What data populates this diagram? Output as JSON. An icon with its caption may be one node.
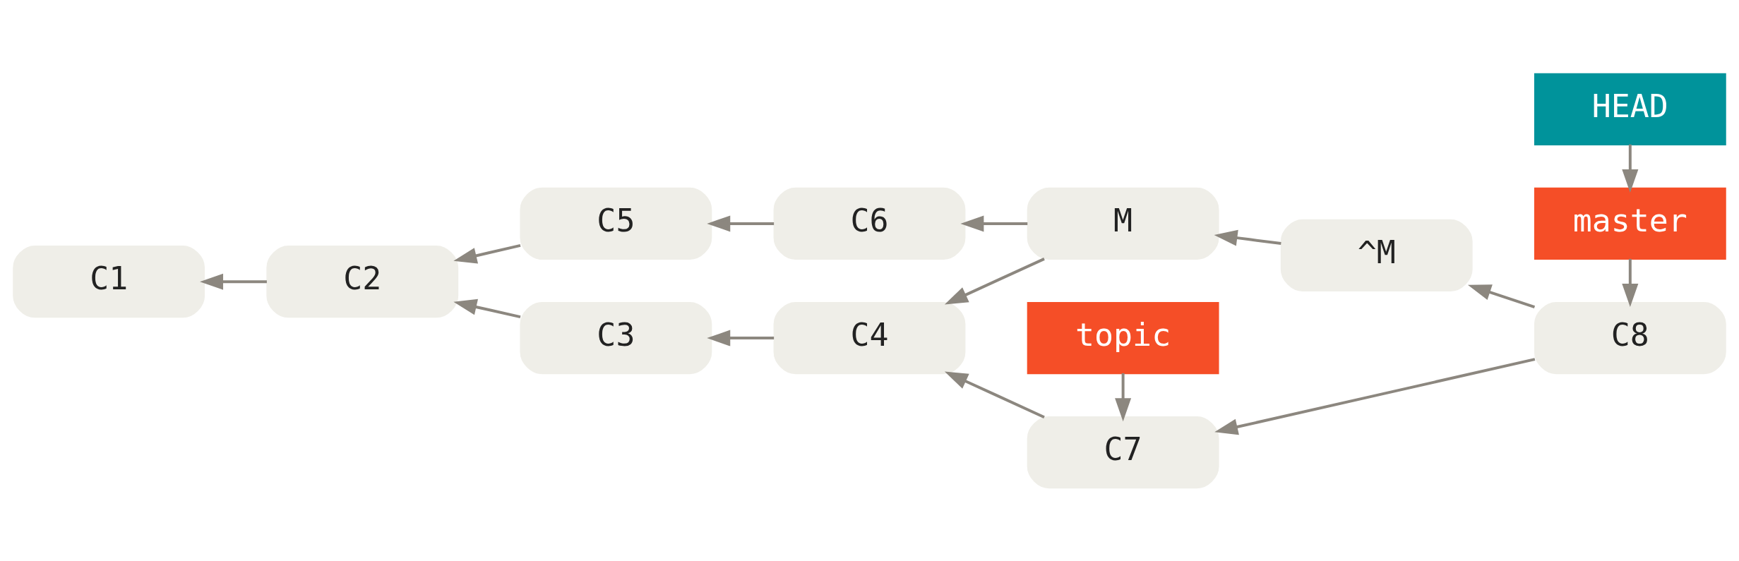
{
  "diagram": {
    "nodes": [
      {
        "text": [
          "C1"
        ]
      },
      {
        "text": [
          "C2"
        ]
      },
      {
        "text": [
          "C5"
        ]
      },
      {
        "text": [
          "C6"
        ]
      },
      {
        "text": [
          "M"
        ]
      },
      {
        "text": [
          "^M"
        ]
      },
      {
        "text": [
          "C8"
        ]
      },
      {
        "text": [
          "C3"
        ]
      },
      {
        "text": [
          "C4"
        ]
      },
      {
        "text": [
          "C7"
        ]
      },
      {
        "text": [
          "HEAD"
        ]
      },
      {
        "text": [
          "master"
        ]
      },
      {
        "text": [
          "topic"
        ]
      }
    ],
    "edges": [
      {
        "from": 1,
        "to": 0,
        "arrow": "to"
      },
      {
        "from": 2,
        "to": 1,
        "arrow": "to"
      },
      {
        "from": 3,
        "to": 2,
        "arrow": "to"
      },
      {
        "from": 4,
        "to": 3,
        "arrow": "to"
      },
      {
        "from": 5,
        "to": 4,
        "arrow": "to"
      },
      {
        "from": 6,
        "to": 5,
        "arrow": "to"
      },
      {
        "from": 7,
        "to": 1,
        "arrow": "to"
      },
      {
        "from": 8,
        "to": 7,
        "arrow": "to"
      },
      {
        "from": 4,
        "to": 8,
        "arrow": "to"
      },
      {
        "from": 9,
        "to": 8,
        "arrow": "to"
      },
      {
        "from": 6,
        "to": 9,
        "arrow": "to"
      },
      {
        "from": 10,
        "to": 11,
        "arrow": "to"
      },
      {
        "from": 11,
        "to": 6,
        "arrow": "to"
      },
      {
        "from": 12,
        "to": 9,
        "arrow": "to"
      }
    ]
  }
}
